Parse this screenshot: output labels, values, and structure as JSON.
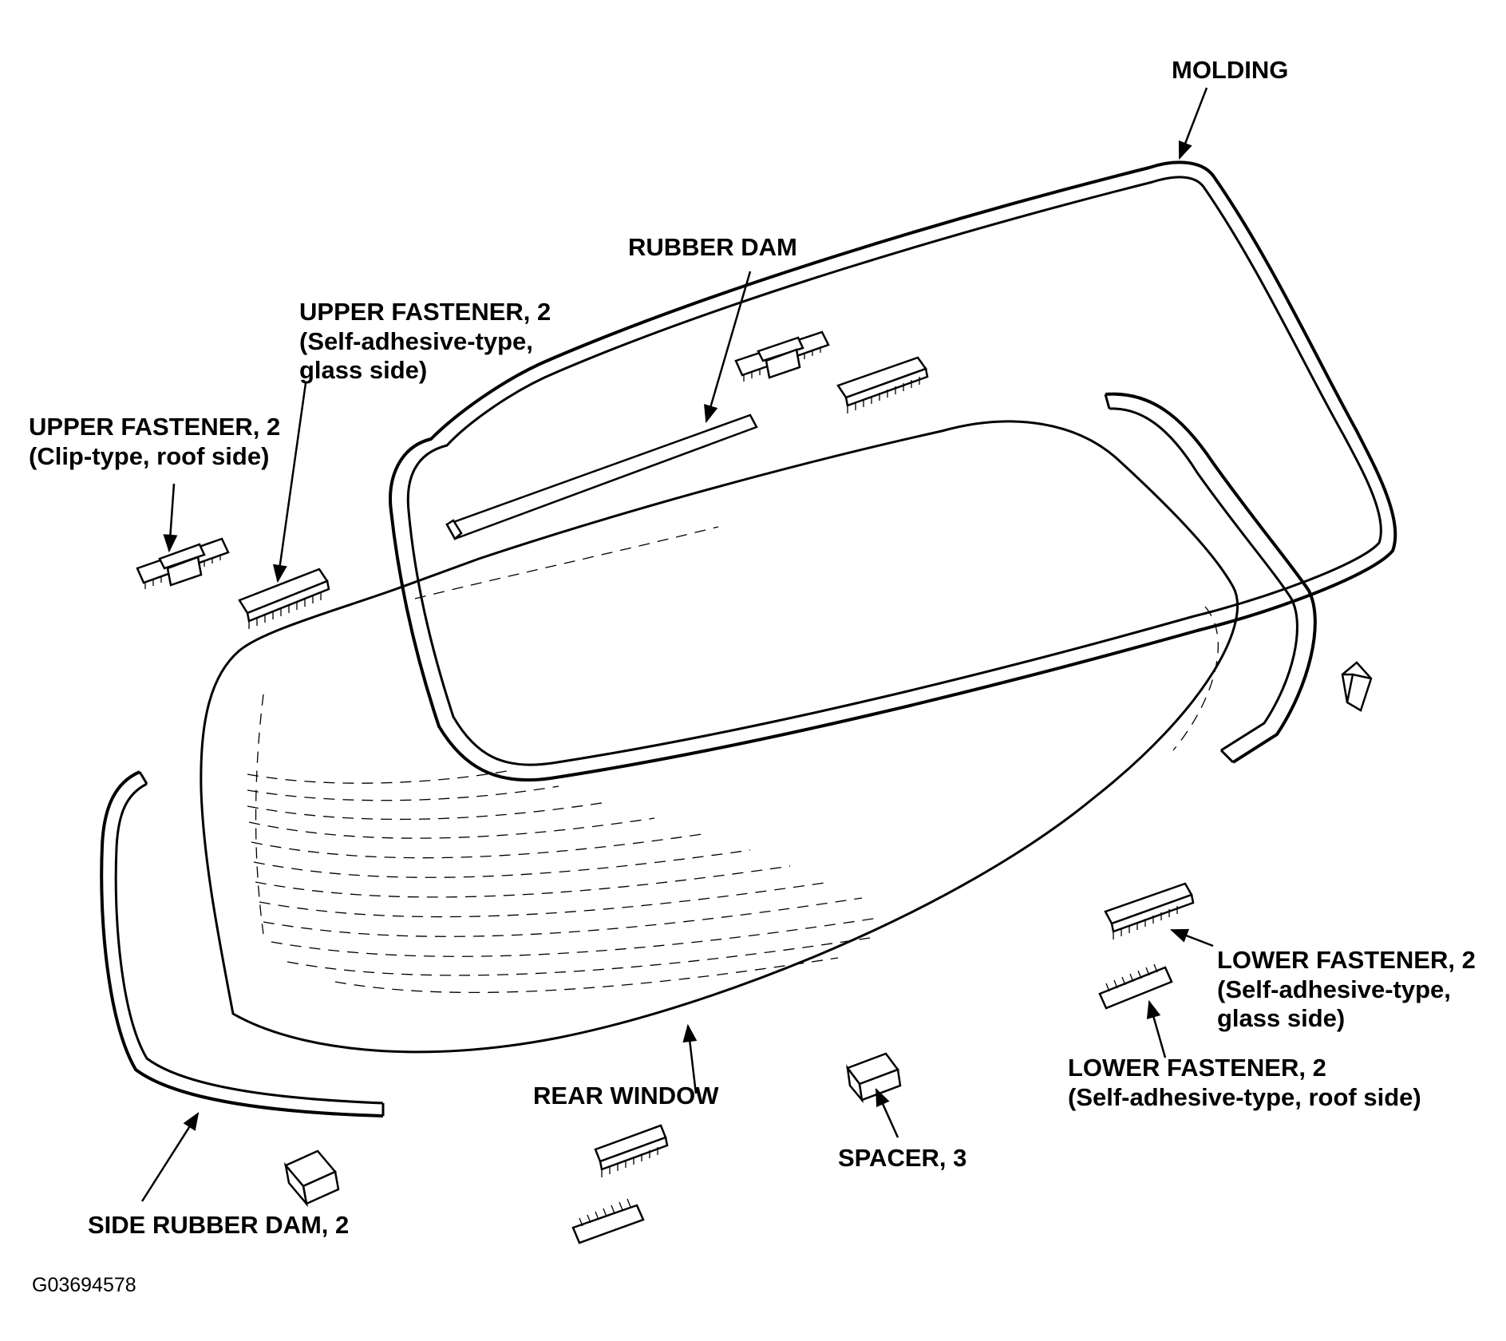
{
  "labels": {
    "molding": "MOLDING",
    "rubber_dam": "RUBBER DAM",
    "upper_fastener_glass": [
      "UPPER FASTENER, 2",
      "(Self-adhesive-type,",
      "glass side)"
    ],
    "upper_fastener_clip": [
      "UPPER FASTENER, 2",
      "(Clip-type, roof side)"
    ],
    "lower_fastener_glass": [
      "LOWER FASTENER, 2",
      "(Self-adhesive-type,",
      "glass side)"
    ],
    "lower_fastener_roof": [
      "LOWER FASTENER, 2",
      "(Self-adhesive-type, roof side)"
    ],
    "rear_window": "REAR WINDOW",
    "spacer": "SPACER, 3",
    "side_rubber_dam": "SIDE RUBBER DAM, 2"
  },
  "figure_code": "G03694578"
}
